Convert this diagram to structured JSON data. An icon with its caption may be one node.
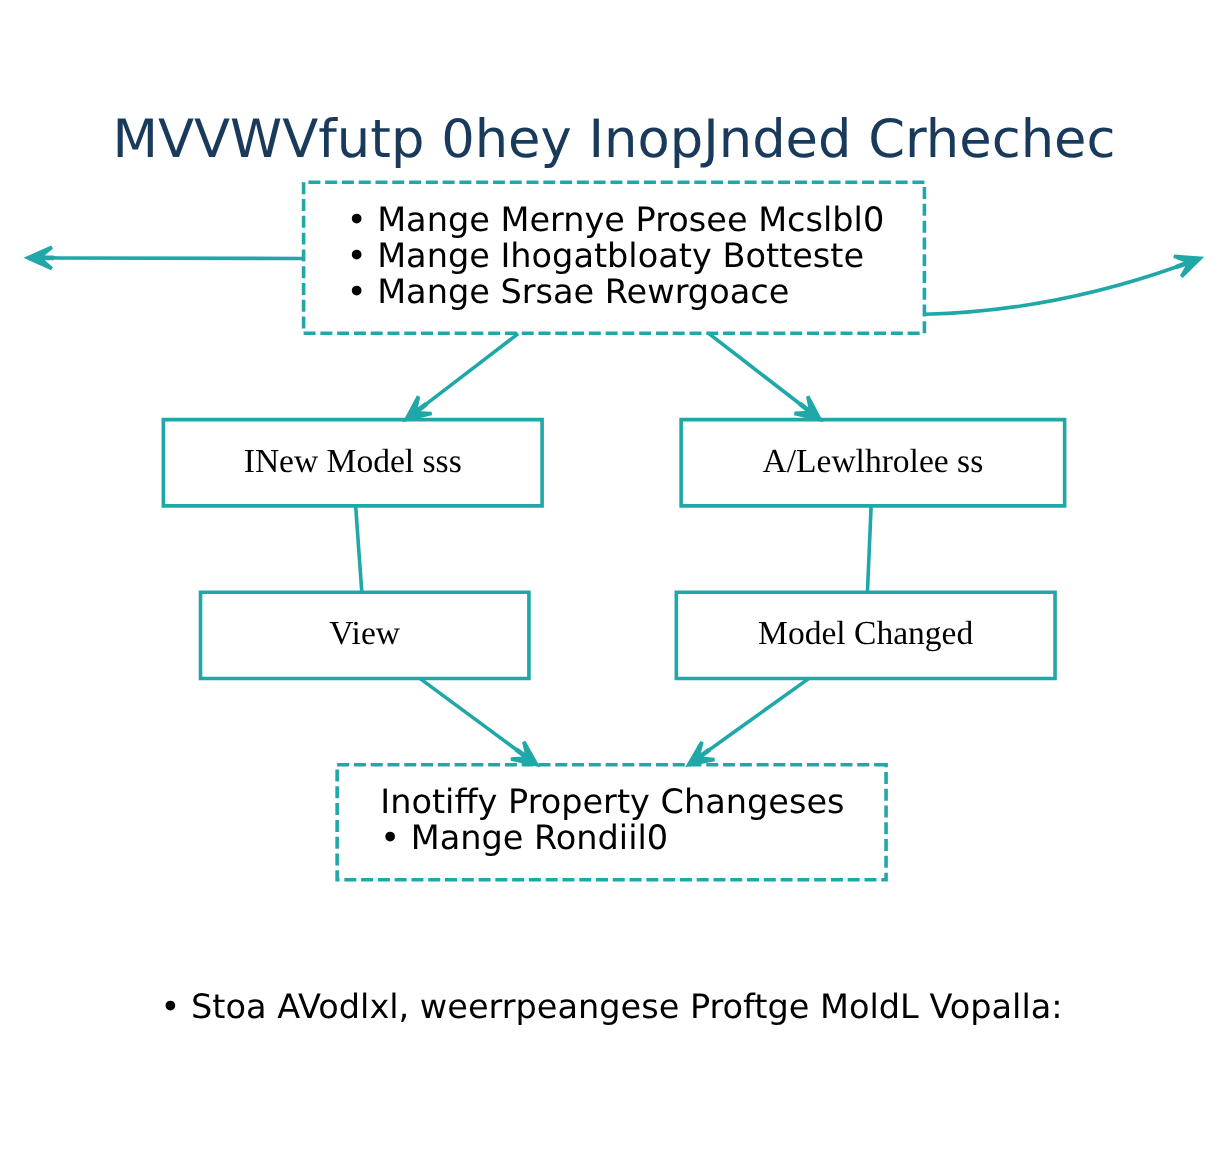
{
  "diagram": {
    "title": "MVVWVfutp 0hey InopJnded Crhechec",
    "nodes": [
      {
        "text": [
          "• Mange Mernye Prosee Mcslbl0",
          "• Mange Ihogatbloaty Botteste",
          "• Mange Srsae Rewrgoace"
        ]
      },
      {
        "text": [
          "INew Model sss"
        ]
      },
      {
        "text": [
          "View"
        ]
      },
      {
        "text": [
          "A/Lewlhrolee ss"
        ]
      },
      {
        "text": [
          "Model Changed"
        ]
      },
      {
        "text": [
          "Inotiffy Property Changeses",
          "• Mange Rondiil0"
        ]
      }
    ],
    "edges": [
      {
        "from": 0,
        "to": null,
        "arrow": "to"
      },
      {
        "from": 0,
        "to": null,
        "arrow": "to"
      },
      {
        "from": 0,
        "to": 1,
        "arrow": "to"
      },
      {
        "from": 0,
        "to": 3,
        "arrow": "to"
      },
      {
        "from": 1,
        "to": 2,
        "arrow": "none"
      },
      {
        "from": 3,
        "to": 4,
        "arrow": "none"
      },
      {
        "from": 2,
        "to": 5,
        "arrow": "to"
      },
      {
        "from": 4,
        "to": 5,
        "arrow": "to"
      }
    ],
    "labels": [
      "• Stoa AVodlxl, weerrpeangese Proftge MoldL Vopalla:"
    ]
  }
}
